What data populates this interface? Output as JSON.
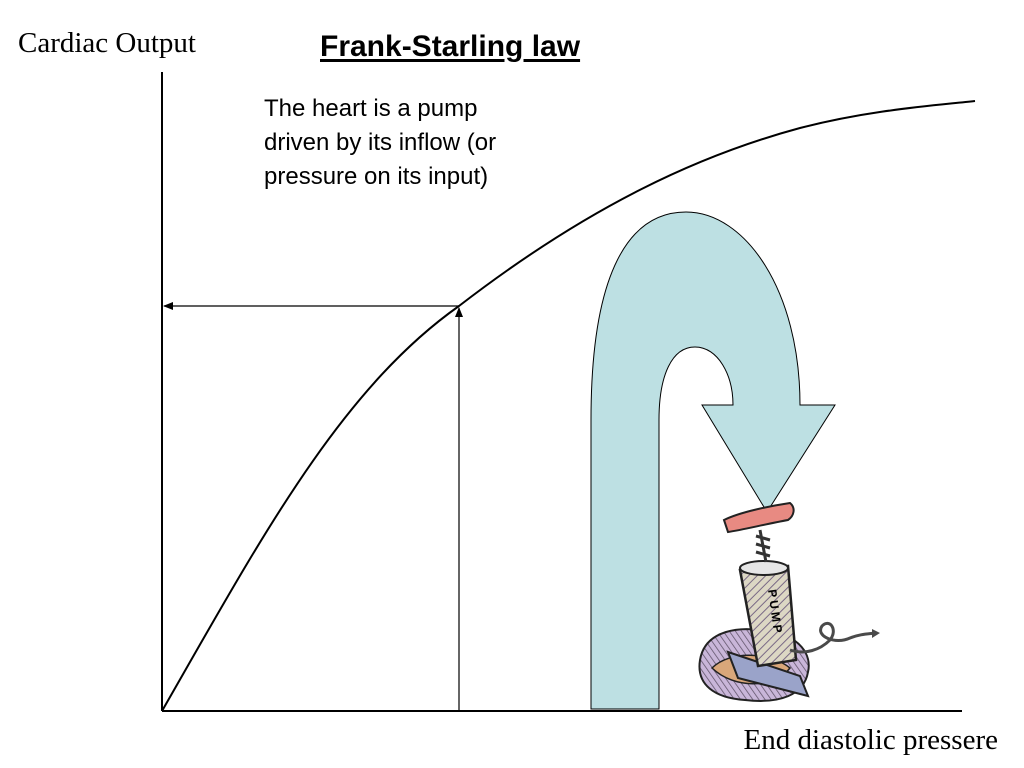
{
  "title": "Frank-Starling law",
  "y_axis_label": "Cardiac Output",
  "x_axis_label": "End diastolic pressere",
  "note_lines": [
    "The heart is a pump",
    "driven by its inflow (or",
    "pressure on its input)"
  ],
  "pump_label": "PUMP",
  "colors": {
    "flow_arrow": "#bde0e3",
    "curve": "#000000",
    "pump_handle": "#e88a82",
    "pump_hose": "#4a4a4a"
  },
  "icons": [
    "u-turn-flow-arrow",
    "bicycle-pump-clipart"
  ]
}
